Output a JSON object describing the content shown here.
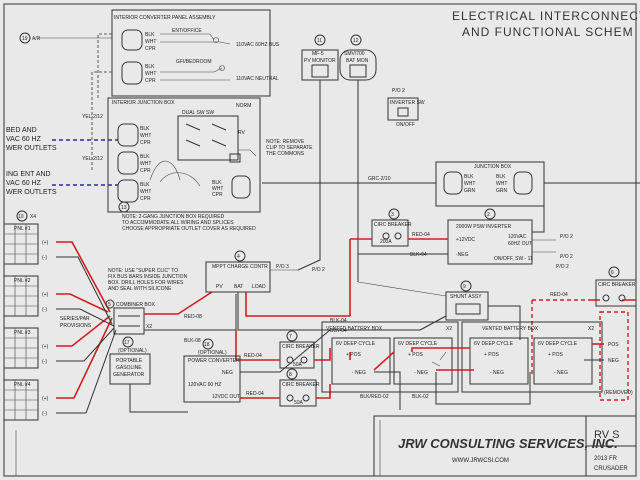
{
  "title": {
    "line1": "ELECTRICAL INTERCONNECT D",
    "line2": "AND FUNCTIONAL SCHEM"
  },
  "interior_panel": {
    "title": "INTERIOR CONVERTER PANEL ASSEMBLY",
    "entoffice": "ENT/OFFICE",
    "bedroom": "GFI/BEDROOM",
    "bus60": "110VAC 60HZ BUS",
    "neutral": "110VAC NEUTRAL",
    "ref": "19",
    "ar": "A/R"
  },
  "left_outlets": {
    "l1": "BED AND",
    "l2": "VAC 60 HZ",
    "l3": "WER OUTLETS",
    "l4": "ING ENT AND",
    "l5": "VAC 60 HZ",
    "l6": "WER OUTLETS",
    "yel1": "YEL-2/12",
    "yel2": "YEL-2/12"
  },
  "junction_box_interior": {
    "title": "INTERIOR JUNCTION BOX",
    "dual_sw": "DUAL SW  SW",
    "norm": "NORM",
    "rv": "RV",
    "note1": "NOTE: REMOVE",
    "note2": "CLIP TO SEPARATE",
    "note3": "THE COMMONS",
    "ref": "13"
  },
  "wire_colors": {
    "blk": "BLK",
    "wht": "WHT",
    "cpr": "CPR",
    "grn": "GRN"
  },
  "note_bottom": {
    "l1": "NOTE: 2-GANG JUNCTION BOX REQUIRED",
    "l2": "TO ACCOMMODATE ALL WIRING AND SPLICES",
    "l3": "CHOOSE APPROPRIATE OUTLET COVER AS REQUIRED"
  },
  "pv_monitor": {
    "num": "11",
    "name": "MF-5",
    "label": "PV MONITOR"
  },
  "bat_mon": {
    "num": "12",
    "name": "BAT MON",
    "label": "SMV/700"
  },
  "inverter_sw": {
    "pd": "P/O 2",
    "label": "INVERTER SW",
    "onoff": "ON/OFF"
  },
  "junction_box": {
    "label": "JUNCTION BOX",
    "wire": "GRC-2/10"
  },
  "circ_breaker_top": {
    "num": "3",
    "label": "CIRC BREAKER",
    "amps": "200A"
  },
  "inverter": {
    "num": "2",
    "label": "2000W PSW INVERTER",
    "v12": "+12VDC",
    "neg": "-NEG",
    "ac1": "120VAC",
    "ac2": "60HZ OUT",
    "ac3": "ON/OFF, SW - 11"
  },
  "wires": {
    "red04a": "RED-04",
    "blk04a": "BLK-04",
    "red08": "RED-08",
    "blk08": "BLK-08",
    "red04b": "RED-04",
    "red04c": "RED-04",
    "blk04b": "BLK-04",
    "red04d": "RED-04",
    "blk04c": "BLK-04",
    "blk04d": "BLK-04",
    "blkred": "BLK/RED-02",
    "blk02": "BLK-02",
    "redl": "RED-04",
    "redr": "RED-04"
  },
  "pv_panels": {
    "ref": "10",
    "count": "X4",
    "pnl1": "PNL #1",
    "pnl2": "PNL #2",
    "pnl3": "PNL #3",
    "pnl4": "PNL #4",
    "pos": "(+)",
    "neg": "(-)"
  },
  "combiner": {
    "num": "5",
    "label": "COMBINER BOX",
    "x2": "X2",
    "series1": "SERIES/PAR",
    "series2": "PROVISIONS"
  },
  "note_super_clic": {
    "l1": "NOTE: USE \"SUPER CLIC\" TO",
    "l2": "FIX BUS BARS INSIDE JUNCTION",
    "l3": "BOX. DRILL HOLES FOR WIRES",
    "l4": "AND SEAL WITH SILICONE"
  },
  "mppt": {
    "num": "4",
    "label": "MPPT CHARGE CONTR",
    "pv": "PV",
    "bat": "BAT",
    "load": "LOAD",
    "pd": "P/O 3"
  },
  "pd_labels": {
    "a": "P/O 2",
    "b": "P/O 2",
    "c": "P/O 2",
    "d": "P/O 2",
    "e": "P/O 3"
  },
  "shunt": {
    "num": "9",
    "label": "SHUNT ASSY"
  },
  "breaker7": {
    "num": "7",
    "label": "CIRC BREAKER",
    "amps": "50A"
  },
  "breaker8": {
    "num": "8",
    "label": "CIRC BREAKER",
    "amps": "50A"
  },
  "battery_box_left": {
    "label": "VENTED BATTERY BOX",
    "x2": "X2",
    "cycle1": "6V DEEP CYCLE",
    "cycle2": "6V DEEP CYCLE",
    "pos": "+ POS",
    "neg": "- NEG"
  },
  "battery_box_right": {
    "label": "VENTED BATTERY BOX",
    "x2": "X2",
    "cycle1": "6V DEEP CYCLE",
    "cycle2": "6V DEEP CYCLE",
    "pos": "+ POS",
    "neg": "- NEG"
  },
  "generator": {
    "num": "17",
    "optional": "(OPTIONAL)",
    "l1": "PORTABLE",
    "l2": "GASOLINE",
    "l3": "GENERATOR"
  },
  "power_converter": {
    "num": "18",
    "optional": "(OPTIONAL)",
    "label": "POWER CONVERTER",
    "neg": "NEG",
    "ac": "120VAC 60 HZ",
    "out": "12VDC OUT"
  },
  "right_edge": {
    "num": "6",
    "label": "CIRC BREAKER",
    "pos": "POS",
    "neg": "NEG",
    "removed": "(REMOVED)"
  },
  "title_block": {
    "company": "JRW CONSULTING SERVICES, INC.",
    "url": "WWW.JRWCSI.COM",
    "rv": "RV S",
    "year": "2013 FR",
    "model": "CRUSADER"
  }
}
